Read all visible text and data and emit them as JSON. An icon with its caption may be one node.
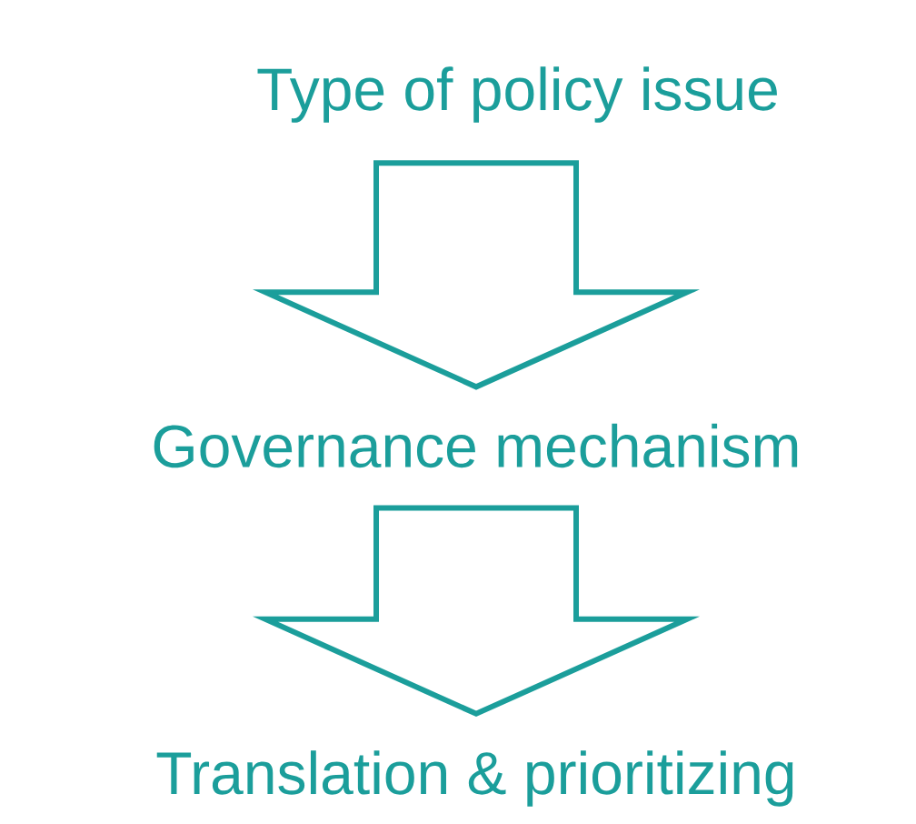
{
  "diagram": {
    "nodes": [
      {
        "text": [
          "Type of policy issue"
        ]
      },
      {
        "text": [
          "Governance mechanism"
        ]
      },
      {
        "text": [
          "Translation & prioritizing"
        ]
      }
    ],
    "edges": [
      {
        "from": 0,
        "to": 1,
        "arrow": "to"
      },
      {
        "from": 1,
        "to": 2,
        "arrow": "to"
      }
    ]
  }
}
